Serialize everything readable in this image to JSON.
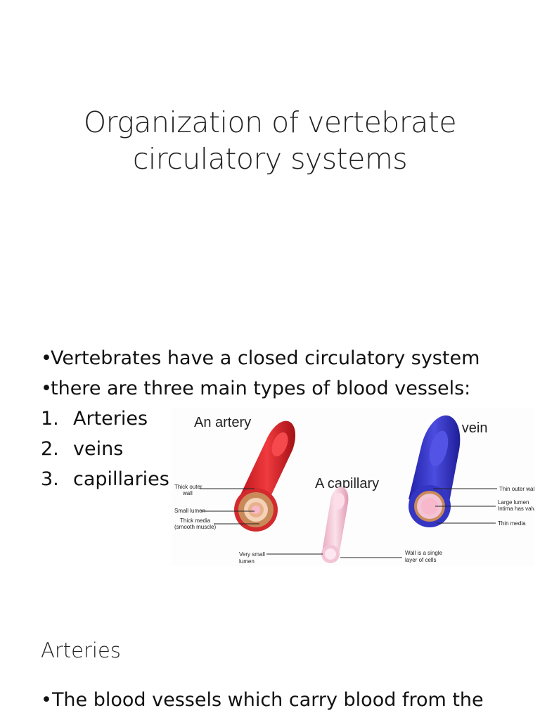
{
  "slide": {
    "title_line1": "Organization of vertebrate",
    "title_line2": "circulatory systems"
  },
  "bullets": [
    "Vertebrates have a closed circulatory system",
    "there are three main types of blood vessels:"
  ],
  "numbered": [
    {
      "num": "1.",
      "text": "Arteries"
    },
    {
      "num": "2.",
      "text": "veins"
    },
    {
      "num": "3.",
      "text": "capillaries"
    }
  ],
  "diagram": {
    "artery_title": "An artery",
    "vein_title": "A vein",
    "capillary_title": "A capillary",
    "artery_labels": [
      "Thick outer",
      "wall",
      "Small lumen",
      "Thick media",
      "(smooth muscle)"
    ],
    "capillary_labels": [
      "Very small",
      "lumen",
      "Wall is a single",
      "layer of cells"
    ],
    "vein_labels": [
      "Thin outer wall",
      "Large lumen",
      "Intima has valves",
      "Thin media"
    ],
    "colors": {
      "artery": "#e0262b",
      "artery_ring": "#c98a5a",
      "vein": "#3f3fd0",
      "capillary": "#f3c4d6",
      "lumen": "#f7b8cc"
    }
  },
  "section": {
    "heading": "Arteries",
    "bullet": "The blood vessels which carry blood from the"
  }
}
